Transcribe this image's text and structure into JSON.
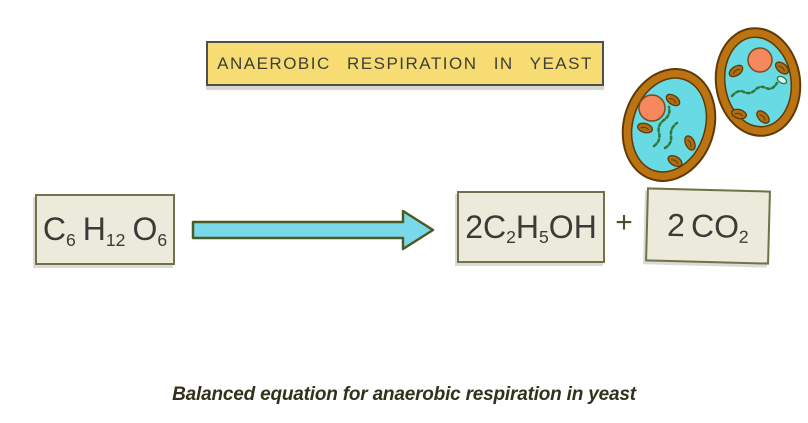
{
  "title_banner": {
    "text": "ANAEROBIC RESPIRATION IN YEAST",
    "bg_color": "#f6dc73"
  },
  "equation": {
    "glucose": {
      "el1": "C",
      "sub1": "6",
      "el2": "H",
      "sub2": "12",
      "el3": "O",
      "sub3": "6"
    },
    "ethanol": {
      "el1": "2C",
      "sub1": "2",
      "el2": "H",
      "sub2": "5",
      "el3": "OH"
    },
    "plus": "+",
    "carbon_dioxide": {
      "el1": "2",
      "el2": "CO",
      "sub2": "2"
    }
  },
  "caption": "Balanced equation for anaerobic respiration in yeast",
  "illustration": {
    "name": "yeast-cells",
    "cell_count": 2,
    "colors": {
      "cell_wall": "#bc7412",
      "cell_outline": "#5d3a06",
      "cytoplasm": "#68dae3",
      "nucleus": "#f5885d",
      "organelle": "#ad6d10",
      "chain": "#2f7a3a"
    }
  },
  "styles": {
    "box_bg": "#ecebdb",
    "box_border": "#72724a",
    "arrow_fill": "#79d9e9",
    "arrow_border": "#4c5a23",
    "formula_color": "#3a3a36"
  }
}
